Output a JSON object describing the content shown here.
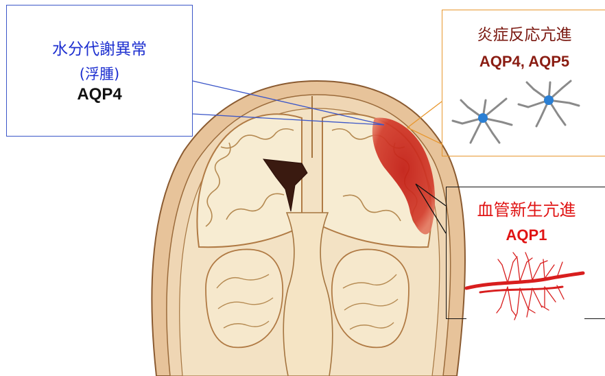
{
  "callouts": {
    "edema": {
      "line1": "水分代謝異常",
      "line2": "(浮腫)",
      "line3": "AQP4"
    },
    "inflammation": {
      "line1": "炎症反応亢進",
      "line2": "AQP4, AQP5"
    },
    "angiogenesis": {
      "line1": "血管新生亢進",
      "line2": "AQP1"
    }
  },
  "colors": {
    "blue_text": "#1d2fd0",
    "dark_red_text": "#7a1810",
    "red_text": "#e01414",
    "lesion": "#c8281e",
    "skull": "#e8c8a0",
    "brain": "#f4e8cc"
  }
}
